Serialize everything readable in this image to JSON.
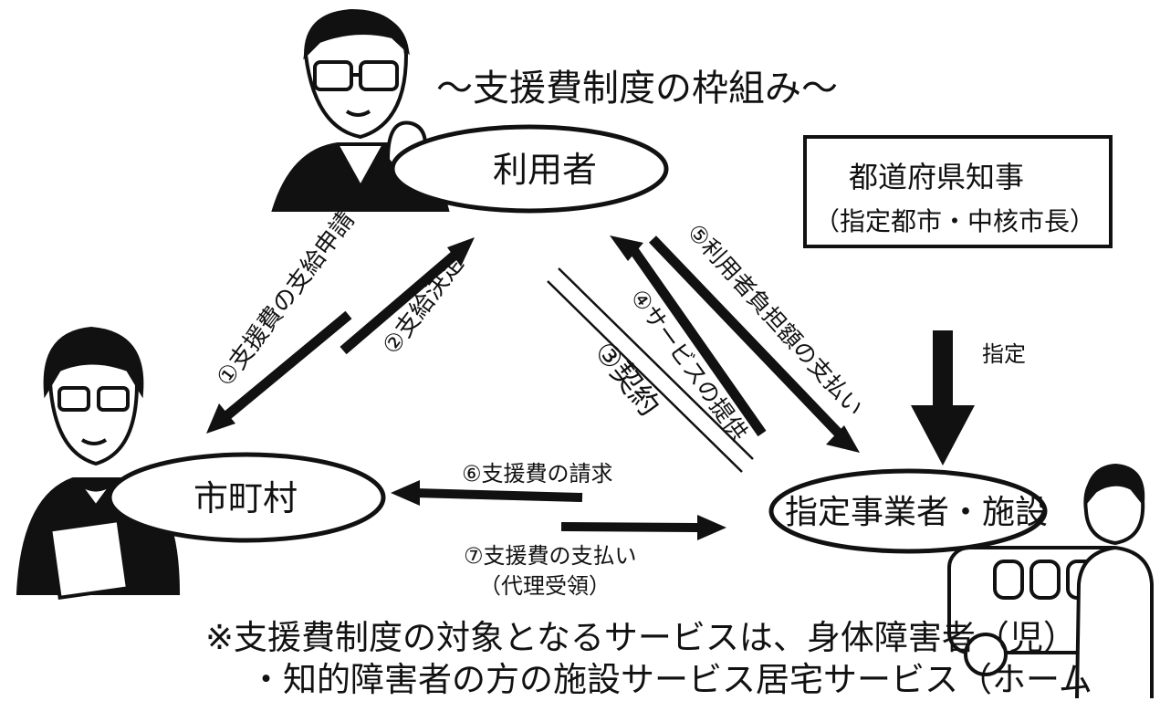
{
  "title": "～支援費制度の枠組み～",
  "nodes": {
    "user": "利用者",
    "municipality": "市町村",
    "provider": "指定事業者・施設",
    "governor": "都道府県知事",
    "governor_sub": "（指定都市・中核市長）"
  },
  "flows": {
    "f1": "①支援費の支給申請",
    "f2": "②支給決定",
    "f3": "③契約",
    "f4": "④サービスの提供",
    "f5": "⑤利用者負担額の支払い",
    "f6": "⑥支援費の請求",
    "f7": "⑦支援費の支払い",
    "f7_sub": "（代理受領）",
    "designation": "指定"
  },
  "note": {
    "line1": "※支援費制度の対象となるサービスは、身体障害者（児）",
    "line2": "・知的障害者の方の施設サービス居宅サービス（ホーム"
  },
  "colors": {
    "ink": "#111111",
    "paper": "#ffffff"
  }
}
